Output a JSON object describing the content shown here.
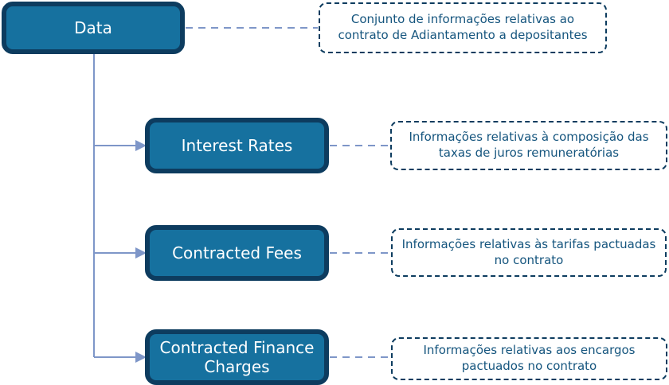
{
  "diagram": {
    "root": {
      "label": "Data",
      "note": "Conjunto de informações relativas ao contrato de Adiantamento a depositantes"
    },
    "children": [
      {
        "label": "Interest Rates",
        "note": "Informações relativas à composição das taxas de juros remuneratórias"
      },
      {
        "label": "Contracted Fees",
        "note": "Informações relativas às tarifas pactuadas no contrato"
      },
      {
        "label": "Contracted Finance Charges",
        "note": "Informações relativas aos encargos pactuados no contrato"
      }
    ],
    "colors": {
      "node_fill": "#16719f",
      "node_border": "#0d3c5f",
      "node_text": "#ffffff",
      "connector": "#7e96c8",
      "note_border": "#0d3c5f",
      "note_text": "#15557e",
      "background": "#ffffff"
    }
  }
}
